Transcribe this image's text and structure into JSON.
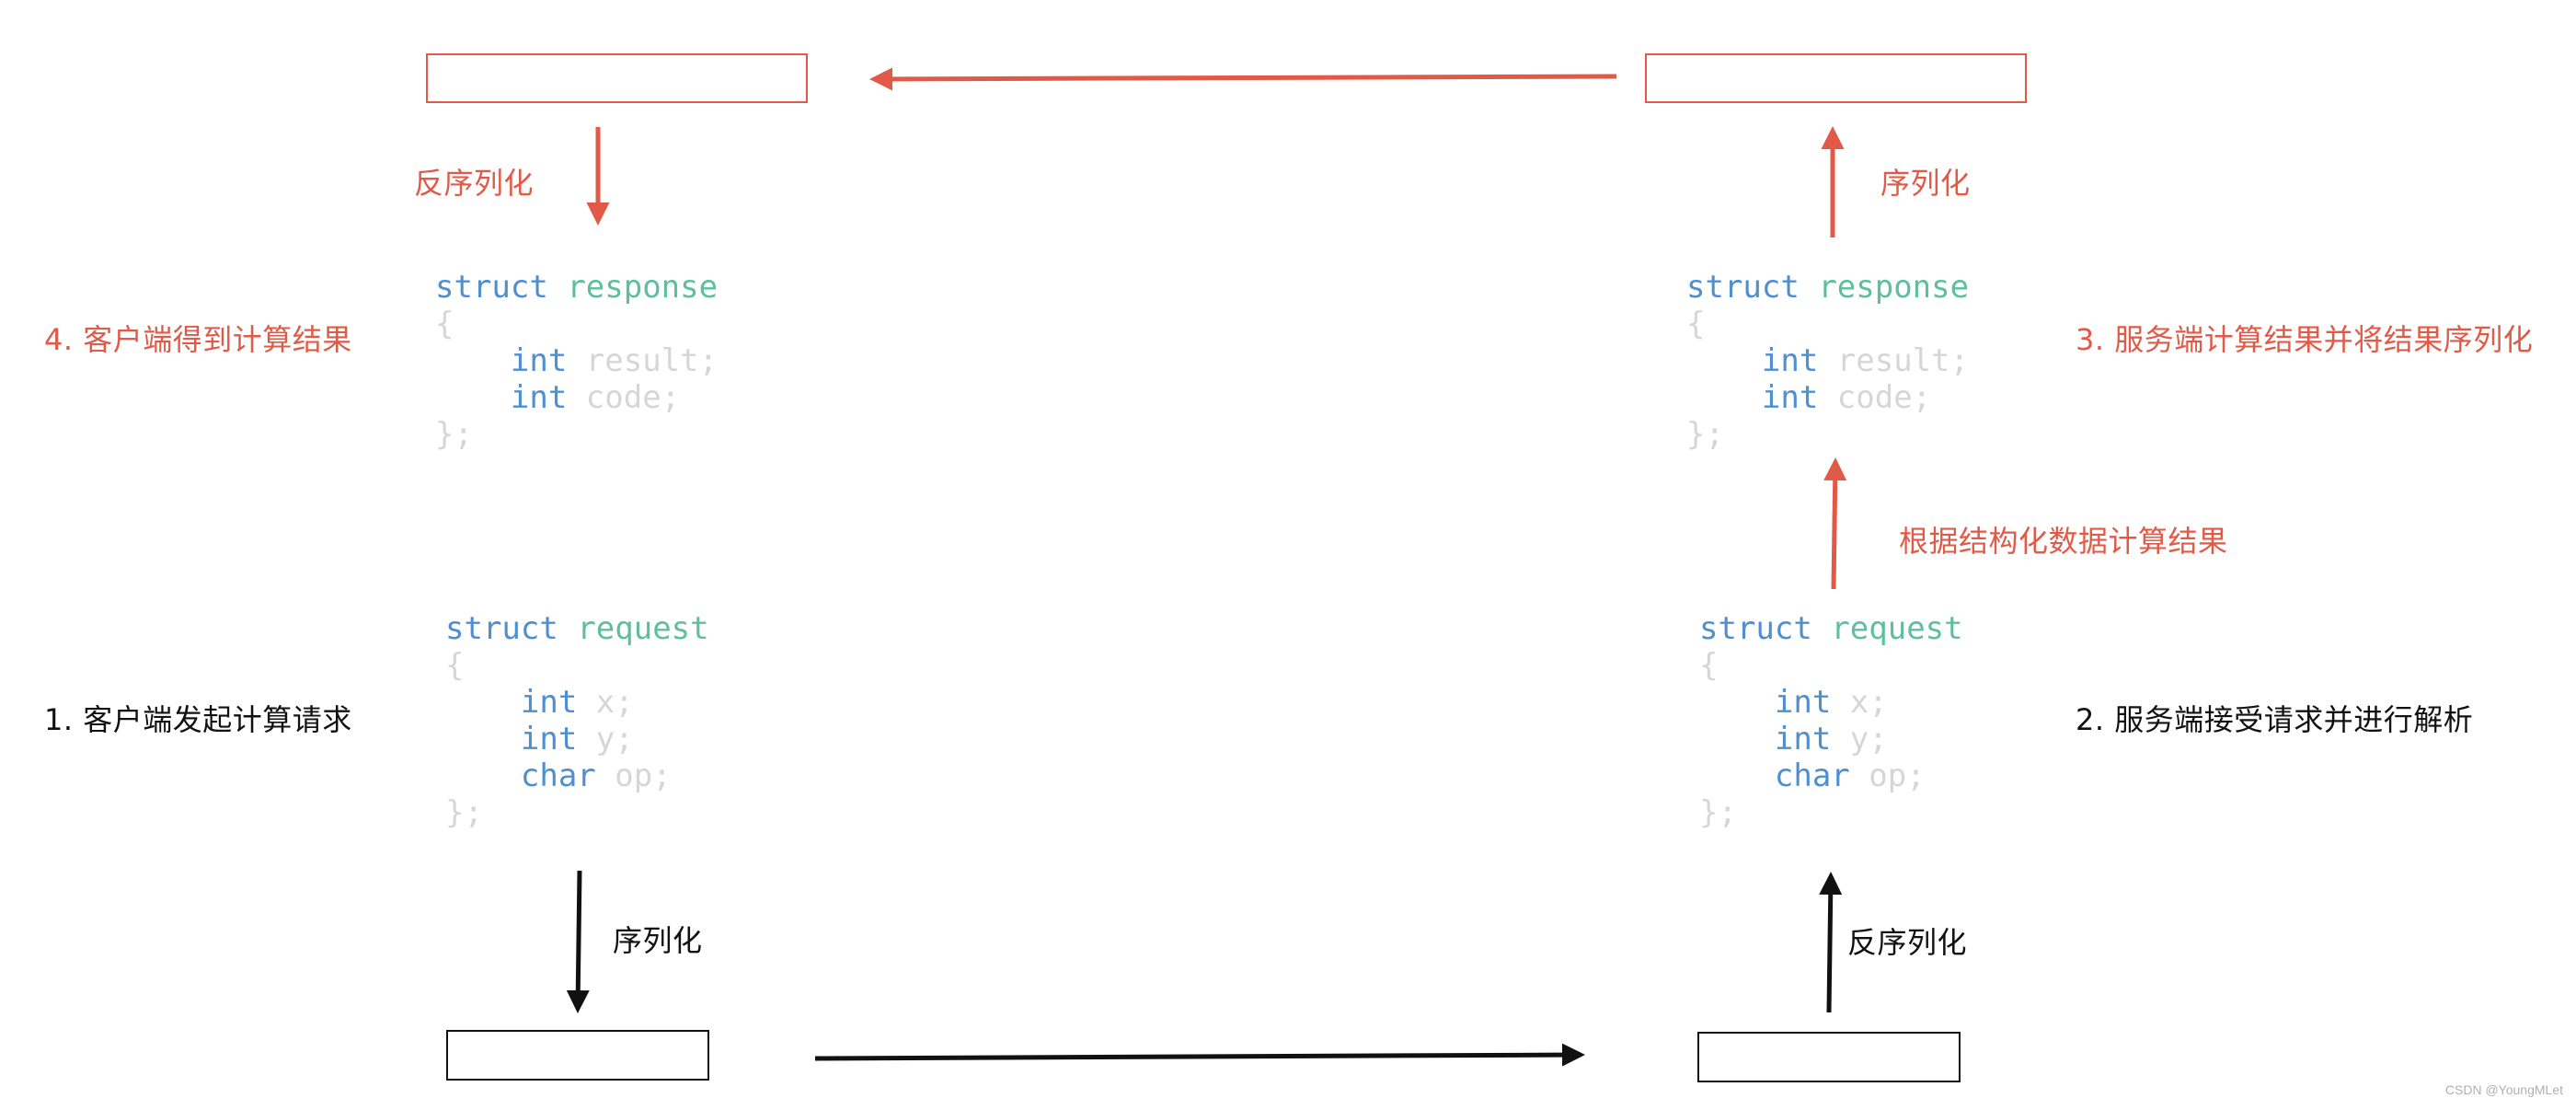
{
  "colors": {
    "accent_red": "#e05a47",
    "black": "#111111",
    "code_keyword": "#4f8fd1",
    "code_type": "#5dbf9d",
    "code_text": "#d6d6d6"
  },
  "steps": {
    "step1": "1. 客户端发起计算请求",
    "step2": "2. 服务端接受请求并进行解析",
    "step3": "3. 服务端计算结果并将结果序列化",
    "step4": "4. 客户端得到计算结果"
  },
  "arrows": {
    "client_serialize": "序列化",
    "server_deserialize": "反序列化",
    "server_compute": "根据结构化数据计算结果",
    "server_serialize": "序列化",
    "client_deserialize": "反序列化"
  },
  "code": {
    "struct_kw": "struct",
    "request_name": "request",
    "response_name": "response",
    "open_brace": "{",
    "close_brace": "};",
    "int_kw": "int",
    "char_kw": "char",
    "field_x": "x;",
    "field_y": "y;",
    "field_op": "op;",
    "field_result": "result;",
    "field_code": "code;"
  },
  "watermark": "CSDN @YoungMLet"
}
